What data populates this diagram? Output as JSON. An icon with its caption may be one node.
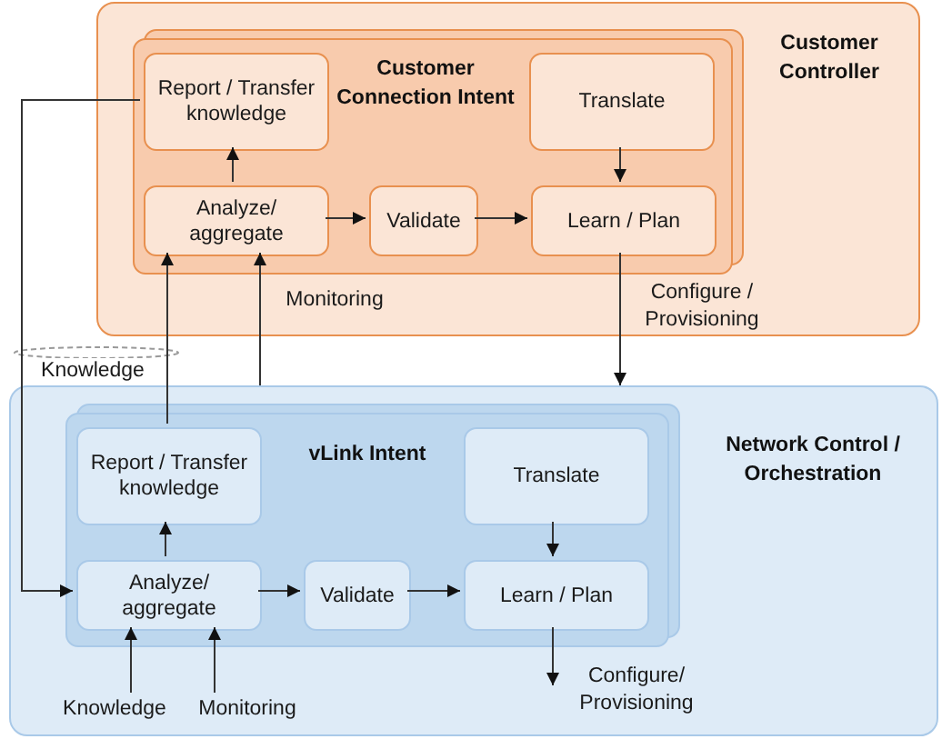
{
  "diagram": {
    "nodes": [
      {
        "text": [
          "Customer Controller"
        ]
      },
      {
        "text": [
          "Customer Connection Intent"
        ],
        "in": 0
      },
      {
        "text": [
          "Report / Transfer knowledge"
        ],
        "in": 1
      },
      {
        "text": [
          "Translate"
        ],
        "in": 1
      },
      {
        "text": [
          "Analyze/ aggregate"
        ],
        "in": 1
      },
      {
        "text": [
          "Validate"
        ],
        "in": 1
      },
      {
        "text": [
          "Learn / Plan"
        ],
        "in": 1
      },
      {
        "text": [
          "Network Control / Orchestration"
        ]
      },
      {
        "text": [
          "vLink Intent"
        ],
        "in": 7
      },
      {
        "text": [
          "Report / Transfer knowledge"
        ],
        "in": 8
      },
      {
        "text": [
          "Translate"
        ],
        "in": 8
      },
      {
        "text": [
          "Analyze/ aggregate"
        ],
        "in": 8
      },
      {
        "text": [
          "Validate"
        ],
        "in": 8
      },
      {
        "text": [
          "Learn / Plan"
        ],
        "in": 8
      },
      {
        "text": [
          "Knowledge"
        ],
        "in": 7
      },
      {
        "text": [
          "Monitoring"
        ],
        "in": 7
      }
    ],
    "edges": [
      {
        "from": 4,
        "to": 2,
        "arrow": "to"
      },
      {
        "from": 4,
        "to": 5,
        "arrow": "to"
      },
      {
        "from": 5,
        "to": 6,
        "arrow": "to"
      },
      {
        "from": 3,
        "to": 6,
        "arrow": "to"
      },
      {
        "from": 11,
        "to": 9,
        "arrow": "to"
      },
      {
        "from": 11,
        "to": 12,
        "arrow": "to"
      },
      {
        "from": 12,
        "to": 13,
        "arrow": "to"
      },
      {
        "from": 10,
        "to": 13,
        "arrow": "to"
      },
      {
        "from": 6,
        "to": 7,
        "arrow": "to",
        "label": "Configure / Provisioning"
      },
      {
        "from": 9,
        "to": 4,
        "arrow": "to",
        "label": "Knowledge"
      },
      {
        "from": 7,
        "to": 4,
        "arrow": "to",
        "label": "Monitoring"
      },
      {
        "from": 2,
        "to": 11,
        "arrow": "to"
      },
      {
        "from": 14,
        "to": 11,
        "arrow": "to"
      },
      {
        "from": 15,
        "to": 11,
        "arrow": "to"
      },
      {
        "from": 13,
        "to": null,
        "arrow": "to",
        "label": "Configure/ Provisioning"
      }
    ]
  }
}
